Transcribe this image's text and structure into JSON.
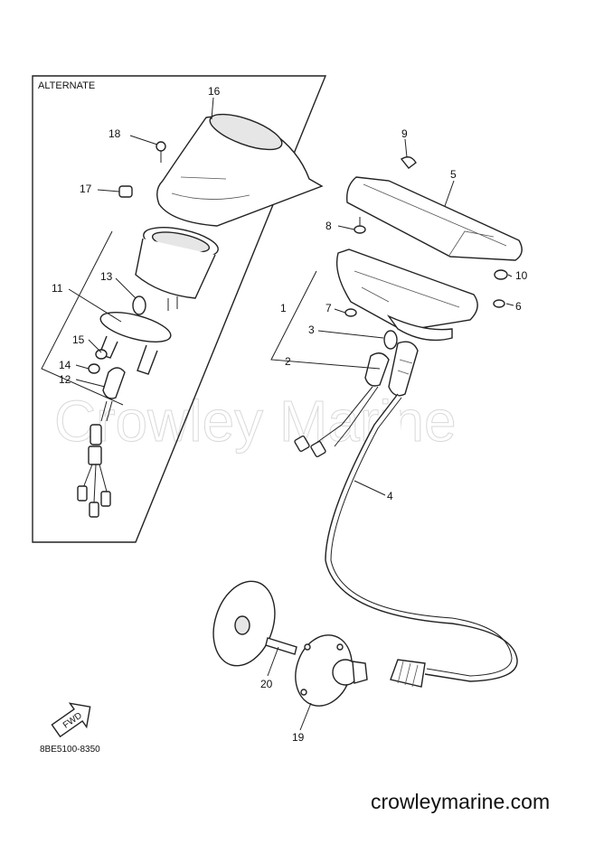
{
  "panel": {
    "label": "ALTERNATE"
  },
  "watermark": "Crowley Marine",
  "footer": {
    "site": "crowleymarine.com",
    "drawing_code": "8BE5100-8350"
  },
  "fwd_label": "FWD",
  "callouts": [
    "1",
    "2",
    "3",
    "4",
    "5",
    "6",
    "7",
    "8",
    "9",
    "10",
    "11",
    "12",
    "13",
    "14",
    "15",
    "16",
    "17",
    "18",
    "19",
    "20"
  ],
  "colors": {
    "ink": "#111111",
    "watermark": "#d9d9d9",
    "background": "#ffffff"
  }
}
